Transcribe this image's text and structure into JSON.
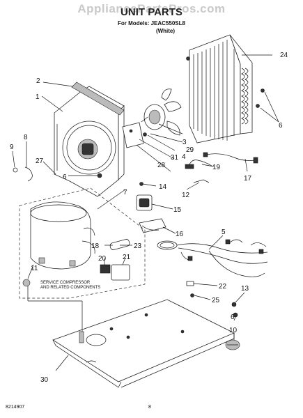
{
  "header": {
    "watermark": "AppliancePartsPros.com",
    "title": "UNIT PARTS",
    "models": "For Models: JEAC550SL8",
    "color": "(White)"
  },
  "callouts": [
    "1",
    "2",
    "3",
    "4",
    "5",
    "6",
    "7",
    "8",
    "9",
    "10",
    "11",
    "12",
    "13",
    "14",
    "15",
    "16",
    "17",
    "18",
    "19",
    "20",
    "21",
    "22",
    "23",
    "24",
    "25",
    "27",
    "28",
    "29",
    "30",
    "31"
  ],
  "note": {
    "line1": "SERVICE COMPRESSOR",
    "line2": "AND RELATED COMPONENTS"
  },
  "footer": {
    "doc_number": "8214907",
    "page_number": "8"
  }
}
